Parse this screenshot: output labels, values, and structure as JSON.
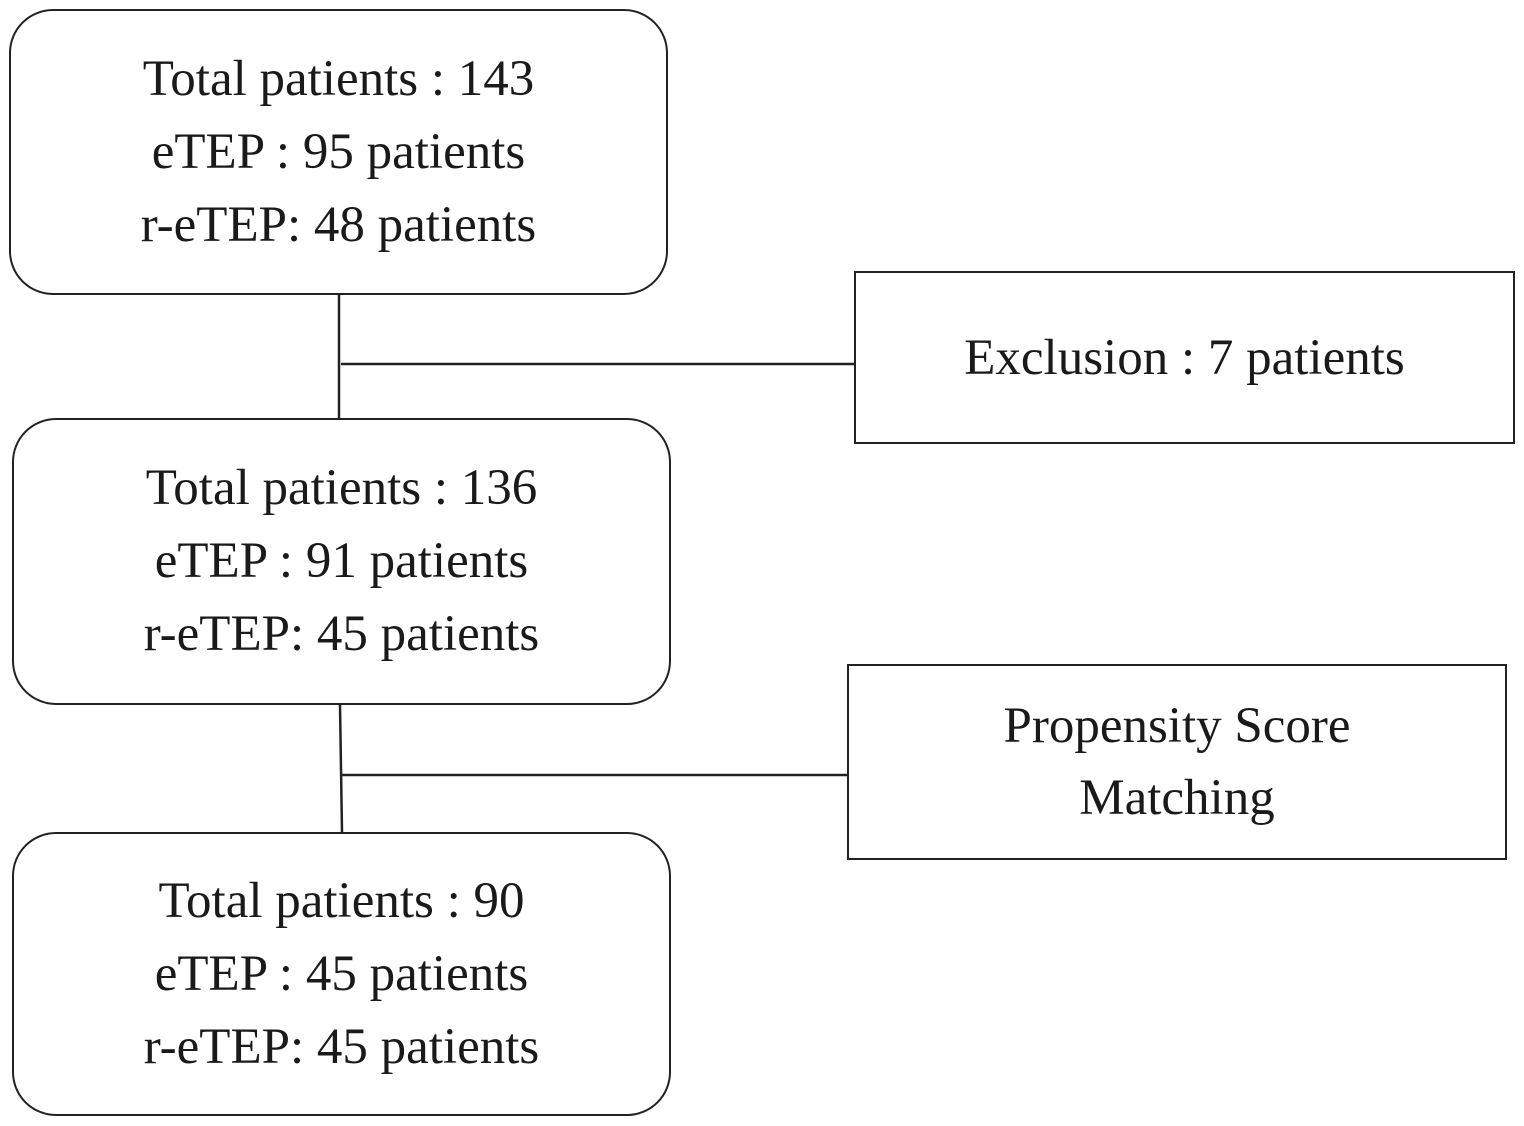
{
  "flowchart": {
    "boxes": [
      {
        "id": "total-initial",
        "lines": [
          "Total patients : 143",
          "eTEP : 95 patients",
          "r-eTEP: 48 patients"
        ]
      },
      {
        "id": "after-exclusion",
        "lines": [
          "Total patients : 136",
          "eTEP : 91 patients",
          "r-eTEP: 45 patients"
        ]
      },
      {
        "id": "matched",
        "lines": [
          "Total patients : 90",
          "eTEP : 45 patients",
          "r-eTEP: 45 patients"
        ]
      }
    ],
    "side_boxes": [
      {
        "id": "exclusion",
        "lines": [
          "Exclusion : 7 patients"
        ]
      },
      {
        "id": "psm",
        "lines": [
          "Propensity Score",
          "Matching"
        ]
      }
    ]
  },
  "colors": {
    "stroke": "#222222",
    "text": "#1a1a1a",
    "background": "#ffffff"
  }
}
